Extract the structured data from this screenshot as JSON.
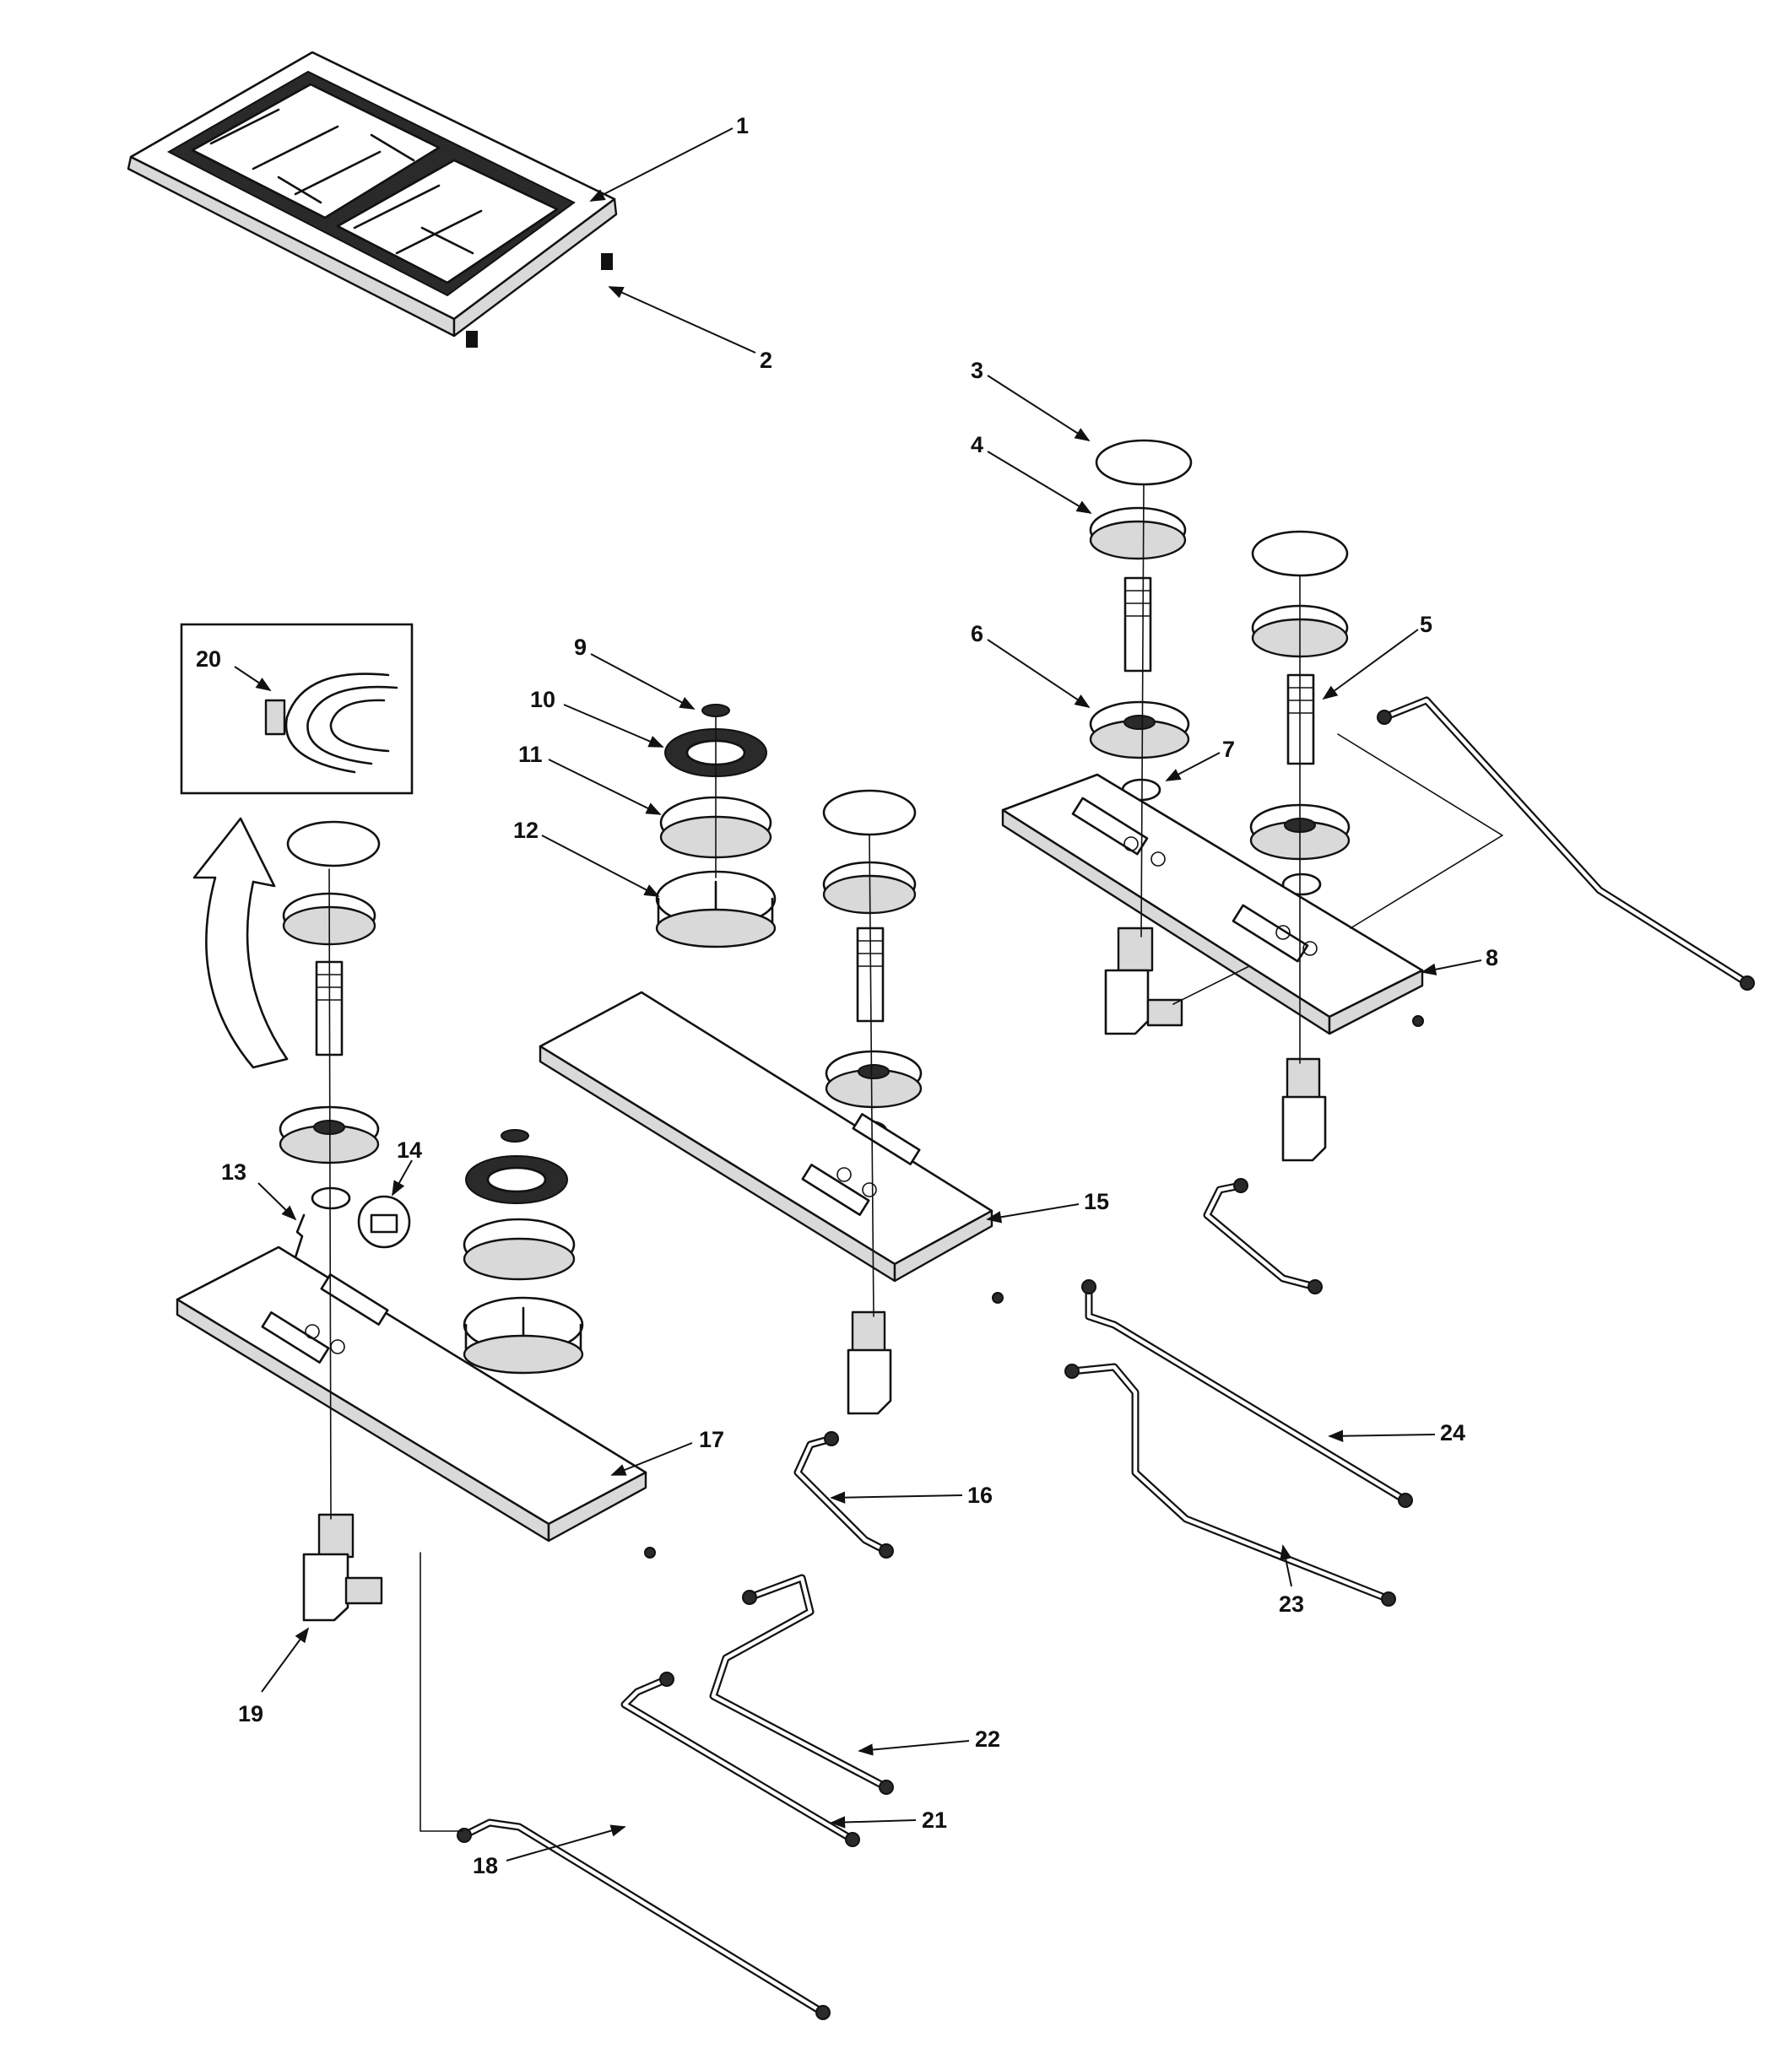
{
  "diagram": {
    "callouts": [
      {
        "id": "1",
        "label": "1"
      },
      {
        "id": "2",
        "label": "2"
      },
      {
        "id": "3",
        "label": "3"
      },
      {
        "id": "4",
        "label": "4"
      },
      {
        "id": "5",
        "label": "5"
      },
      {
        "id": "6",
        "label": "6"
      },
      {
        "id": "7",
        "label": "7"
      },
      {
        "id": "8",
        "label": "8"
      },
      {
        "id": "9",
        "label": "9"
      },
      {
        "id": "10",
        "label": "10"
      },
      {
        "id": "11",
        "label": "11"
      },
      {
        "id": "12",
        "label": "12"
      },
      {
        "id": "13",
        "label": "13"
      },
      {
        "id": "14",
        "label": "14"
      },
      {
        "id": "15",
        "label": "15"
      },
      {
        "id": "16",
        "label": "16"
      },
      {
        "id": "17",
        "label": "17"
      },
      {
        "id": "18",
        "label": "18"
      },
      {
        "id": "19",
        "label": "19"
      },
      {
        "id": "20",
        "label": "20"
      },
      {
        "id": "21",
        "label": "21"
      },
      {
        "id": "22",
        "label": "22"
      },
      {
        "id": "23",
        "label": "23"
      },
      {
        "id": "24",
        "label": "24"
      }
    ],
    "colors": {
      "ink": "#111111",
      "paper": "#ffffff",
      "shade": "#d9d9d9"
    }
  }
}
